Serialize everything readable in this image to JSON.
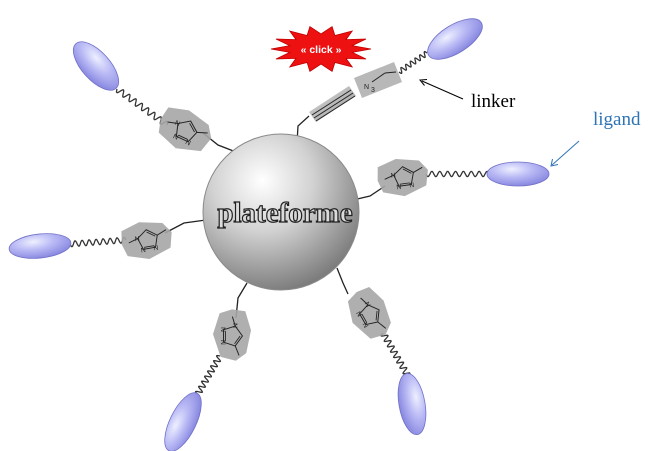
{
  "diagram": {
    "core_label": "plateforme",
    "click_label": "« click »",
    "linker_label": "linker",
    "ligand_label": "ligand",
    "atoms": {
      "nitrogen": "N",
      "azide": "N",
      "azide_subscript": "3"
    },
    "colors": {
      "ligand_fill": "#a9a9f2",
      "ligand_edge": "#7070c8",
      "ligand_label": "#2e74b5",
      "burst": "#ee1111",
      "click_text": "#ffffff",
      "triazole_shade": "#a6a6a6",
      "core": "#bdbdbd"
    }
  }
}
